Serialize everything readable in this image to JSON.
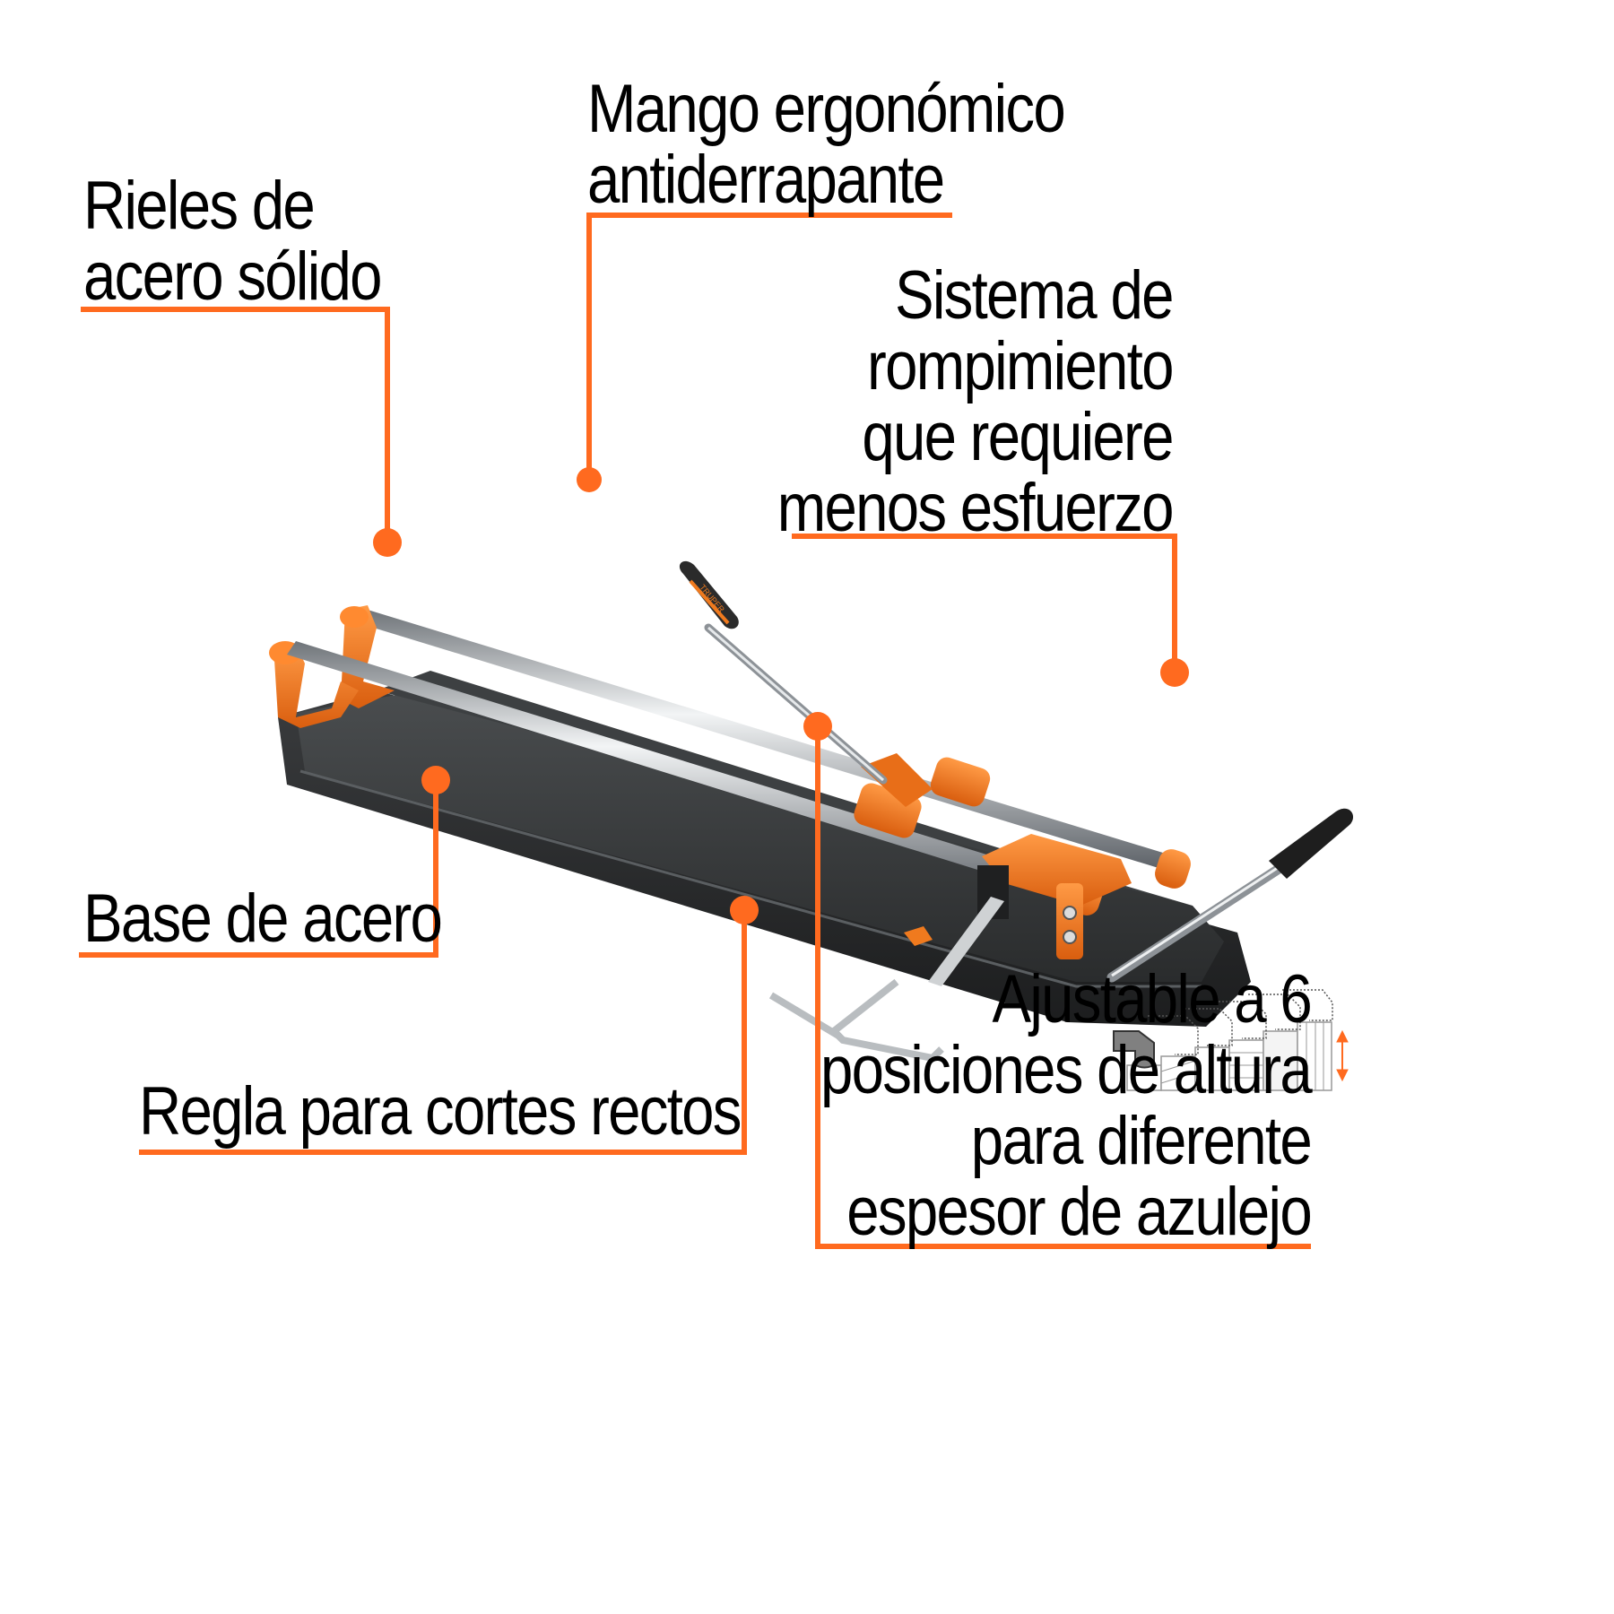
{
  "theme": {
    "accent": "#FF6A1F",
    "text": "#000000",
    "background": "#FFFFFF",
    "base_color": "#2E3031",
    "rail_color": "#C9CDD0",
    "part_orange": "#F07A1E"
  },
  "product": {
    "name": "tile-cutter",
    "handle_brand": "TRUPER"
  },
  "callouts": {
    "rieles": {
      "lines": [
        "Rieles de",
        "acero sólido"
      ]
    },
    "mango": {
      "lines": [
        "Mango ergonómico",
        "antiderrapante"
      ]
    },
    "sistema": {
      "lines": [
        "Sistema de",
        "rompimiento",
        "que requiere",
        "menos esfuerzo"
      ]
    },
    "base": {
      "lines": [
        "Base de acero"
      ]
    },
    "regla": {
      "lines": [
        "Regla para cortes rectos"
      ]
    },
    "ajustable": {
      "lines": [
        "Ajustable a 6",
        "posiciones de altura",
        "para diferente",
        "espesor de azulejo"
      ]
    }
  },
  "thickness_diagram": {
    "positions": 6,
    "icon": "height-arrow-icon"
  }
}
